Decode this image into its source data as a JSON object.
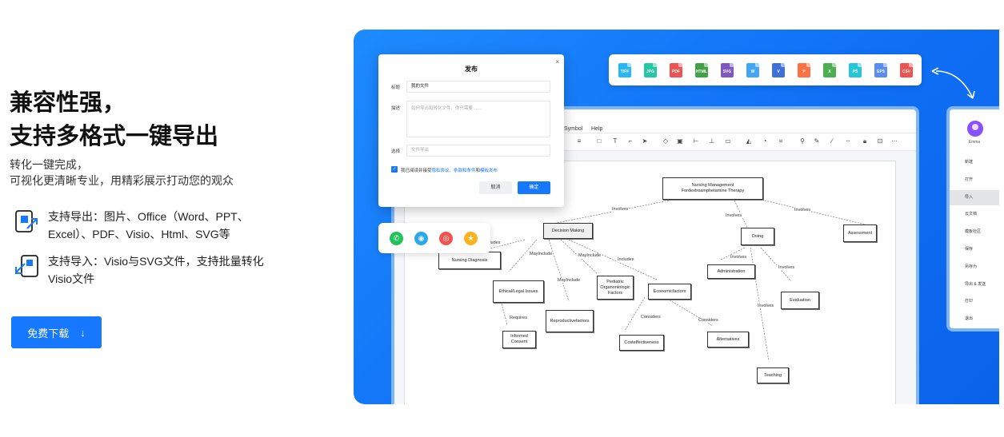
{
  "hero": {
    "headline_line1": "兼容性强，",
    "headline_line2": "支持多格式一键导出",
    "subtitle_line1": "转化一键完成，",
    "subtitle_line2": "可视化更清晰专业，用精彩展示打动您的观众",
    "feature_export": "支持导出：图片、Office（Word、PPT、Excel）、PDF、Visio、Html、SVG等",
    "feature_import": "支持导入：Visio与SVG文件，支持批量转化Visio文件",
    "download_label": "免费下载",
    "download_arrow": "↓"
  },
  "editor": {
    "menu": [
      "Symbol",
      "Help"
    ]
  },
  "formats": [
    {
      "label": "TIFF",
      "color": "#29b6f6"
    },
    {
      "label": "JPG",
      "color": "#26c6a6"
    },
    {
      "label": "PDF",
      "color": "#ef5350"
    },
    {
      "label": "HTML",
      "color": "#43a047"
    },
    {
      "label": "SVG",
      "color": "#7e57c2"
    },
    {
      "label": "W",
      "color": "#42a5f5"
    },
    {
      "label": "V",
      "color": "#3f6fd9"
    },
    {
      "label": "P",
      "color": "#ff7043"
    },
    {
      "label": "X",
      "color": "#4caf50"
    },
    {
      "label": "PS",
      "color": "#26c6da"
    },
    {
      "label": "EPS",
      "color": "#5c8df6"
    },
    {
      "label": "CSV",
      "color": "#ef5350"
    }
  ],
  "sidemenu": {
    "user": "Emma",
    "items": [
      "新建",
      "打开",
      "导入",
      "云文档",
      "模板社区",
      "保存",
      "另存为",
      "导出 & 发送",
      "打印",
      "退出"
    ],
    "active_index": 2
  },
  "share_icons": [
    {
      "name": "wechat-icon",
      "glyph": "✆",
      "color": "#22c25a"
    },
    {
      "name": "qq-icon",
      "glyph": "◉",
      "color": "#29a9ea"
    },
    {
      "name": "weibo-icon",
      "glyph": "◎",
      "color": "#ef5350"
    },
    {
      "name": "qzone-icon",
      "glyph": "★",
      "color": "#fbb322"
    }
  ],
  "dialog": {
    "title": "发布",
    "close": "×",
    "title_label": "标题",
    "title_value": "我的文件",
    "desc_label": "描述",
    "desc_placeholder": "如何导出和转化文件、你只需要……",
    "select_label": "选择",
    "select_placeholder": "文件导出",
    "agree_prefix": "我已阅读并接受",
    "agree_links": "隐私协议、条款和条件",
    "agree_and": "和",
    "agree_link2": "模板发布",
    "cancel": "取消",
    "ok": "确定"
  },
  "diagram": {
    "nodes": {
      "root": "Nursing Management\nFordextroamphetamine Therapy",
      "decision": "Decision Making",
      "doing": "Doing",
      "assessment": "Assessment",
      "nursing_diagnosis": "Nursing Diagnosis",
      "ethical": "Ethical/Legal Issues",
      "pediatric": "Pediatric\nOrganontologic\nFactors",
      "economic": "Economicfactors",
      "administration": "Administration",
      "evaluation": "Evaluation",
      "informed": "Informed\nConsent",
      "reproductive": "Reproductivefactors",
      "cost": "Costeffectiveness",
      "alternatives": "Alternatives",
      "teaching": "Teaching"
    },
    "labels": {
      "involves": "Involves",
      "includes": "Includes",
      "mayinclude": "MayInclude",
      "requires": "Requires",
      "considers": "Considers"
    }
  }
}
